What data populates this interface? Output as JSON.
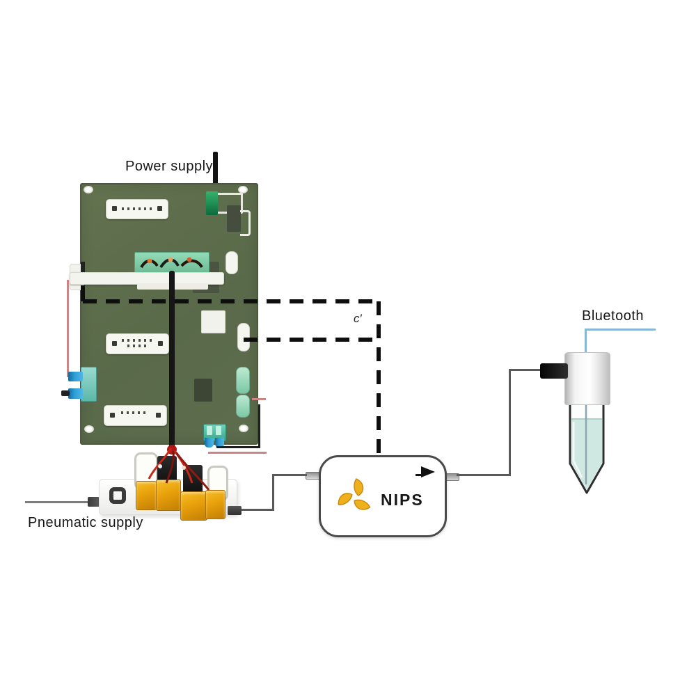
{
  "diagram": {
    "labels": {
      "power_supply": "Power supply",
      "bluetooth": "Bluetooth",
      "pneumatic_supply": "Pneumatic supply",
      "nips_device": "NIPS",
      "wire_annotation": "c′"
    },
    "colors": {
      "pcb_green": "#5e6d4d",
      "component_dark": "#454e3e",
      "terminal_mint": "#8fd8b4",
      "plug_blue": "#2f9fd6",
      "valve_orange": "#e8a00a",
      "wire_red": "#c82818",
      "wire_gray": "#5a5a5a",
      "dashed_line_black": "#0e0e0e",
      "bluetooth_line_blue": "#85b8d8",
      "tube_liquid_aqua": "#cfe8e2",
      "fan_logo_gold": "#efb01e"
    }
  }
}
